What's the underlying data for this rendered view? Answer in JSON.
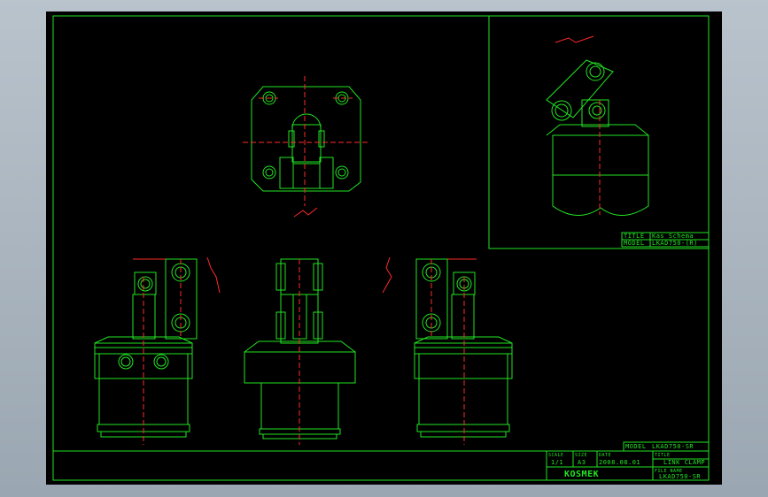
{
  "colors": {
    "background": "#000000",
    "outline": "#22e522",
    "centerline": "#ff2a2a",
    "frame_bg": "#a8b3bd"
  },
  "title_box_right": {
    "title": "TITLE",
    "title_value": "Kas Schema",
    "model": "MODEL",
    "model_value": "LKAD750-(R)"
  },
  "title_block": {
    "model_label": "MODEL",
    "model_value": "LKAD750-SR",
    "scale_label": "SCALE",
    "scale_value": "1/1",
    "size_label": "SIZE",
    "size_value": "A3",
    "date_label": "DATE",
    "date_value": "2008.08.01",
    "title_label": "TITLE",
    "title_value": "LINK CLAMP",
    "file_label": "FILE NAME",
    "file_value": "LKAD750-SR",
    "logo": "KOSMEK"
  }
}
